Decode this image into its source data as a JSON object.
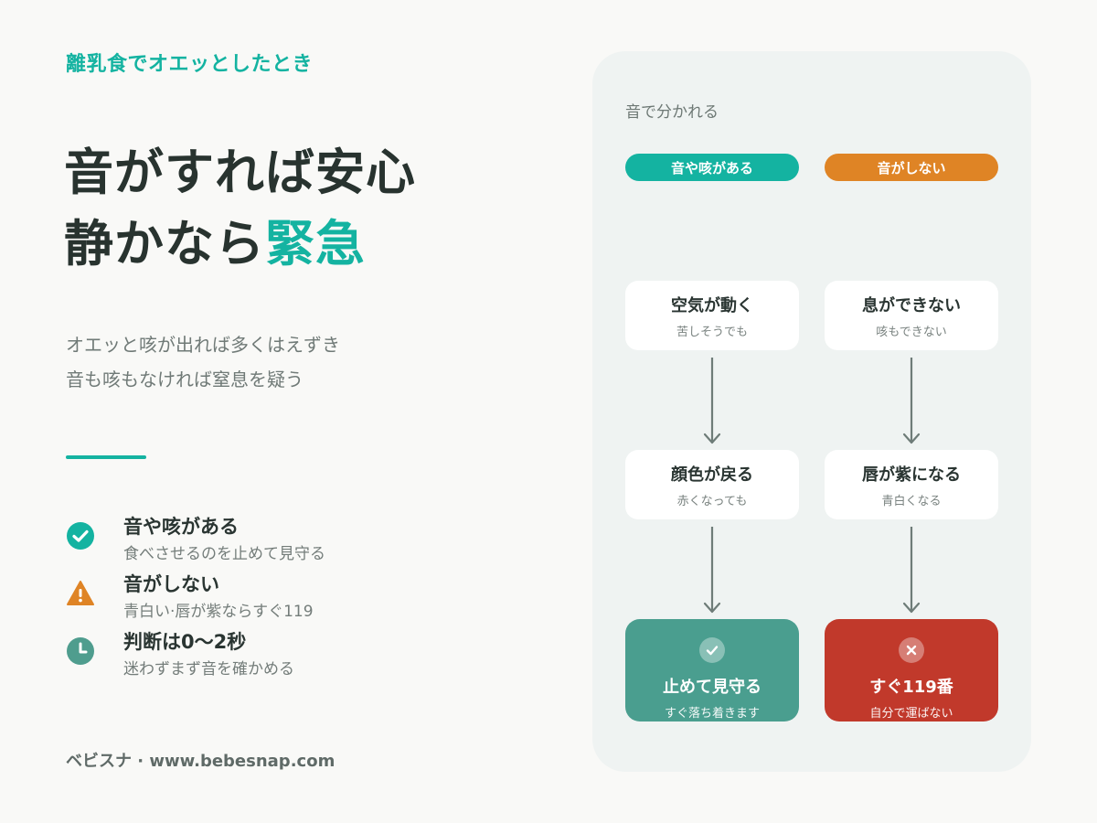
{
  "eyebrow": "離乳食でオエッとしたとき",
  "headline": {
    "line1": "音がすれば安心",
    "line2_plain": "静かなら",
    "line2_accent": "緊急"
  },
  "subtext": {
    "line1": "オエッと咳が出れば多くはえずき",
    "line2": "音も咳もなければ窒息を疑う"
  },
  "points": [
    {
      "icon": "check-circle-icon",
      "color": "#14b3a1",
      "title": "音や咳がある",
      "desc": "食べさせるのを止めて見守る"
    },
    {
      "icon": "warning-triangle-icon",
      "color": "#df8425",
      "title": "音がしない",
      "desc": "青白い·唇が紫ならすぐ119"
    },
    {
      "icon": "clock-icon",
      "color": "#4f9d8e",
      "title": "判断は0～2秒",
      "desc": "迷わずまず音を確かめる"
    }
  ],
  "footer": "ベビスナ · www.bebesnap.com",
  "panel": {
    "label": "音で分かれる",
    "left": {
      "pill": "音や咳がある",
      "pill_color": "#14b3a1",
      "steps": [
        {
          "title": "空気が動く",
          "sub": "苦しそうでも"
        },
        {
          "title": "顔色が戻る",
          "sub": "赤くなっても"
        }
      ],
      "result": {
        "icon": "check-icon",
        "title": "止めて見守る",
        "sub": "すぐ落ち着きます",
        "color": "#4a9e8f"
      }
    },
    "right": {
      "pill": "音がしない",
      "pill_color": "#df8425",
      "steps": [
        {
          "title": "息ができない",
          "sub": "咳もできない"
        },
        {
          "title": "唇が紫になる",
          "sub": "青白くなる"
        }
      ],
      "result": {
        "icon": "close-icon",
        "title": "すぐ119番",
        "sub": "自分で運ばない",
        "color": "#c1392b"
      }
    }
  }
}
